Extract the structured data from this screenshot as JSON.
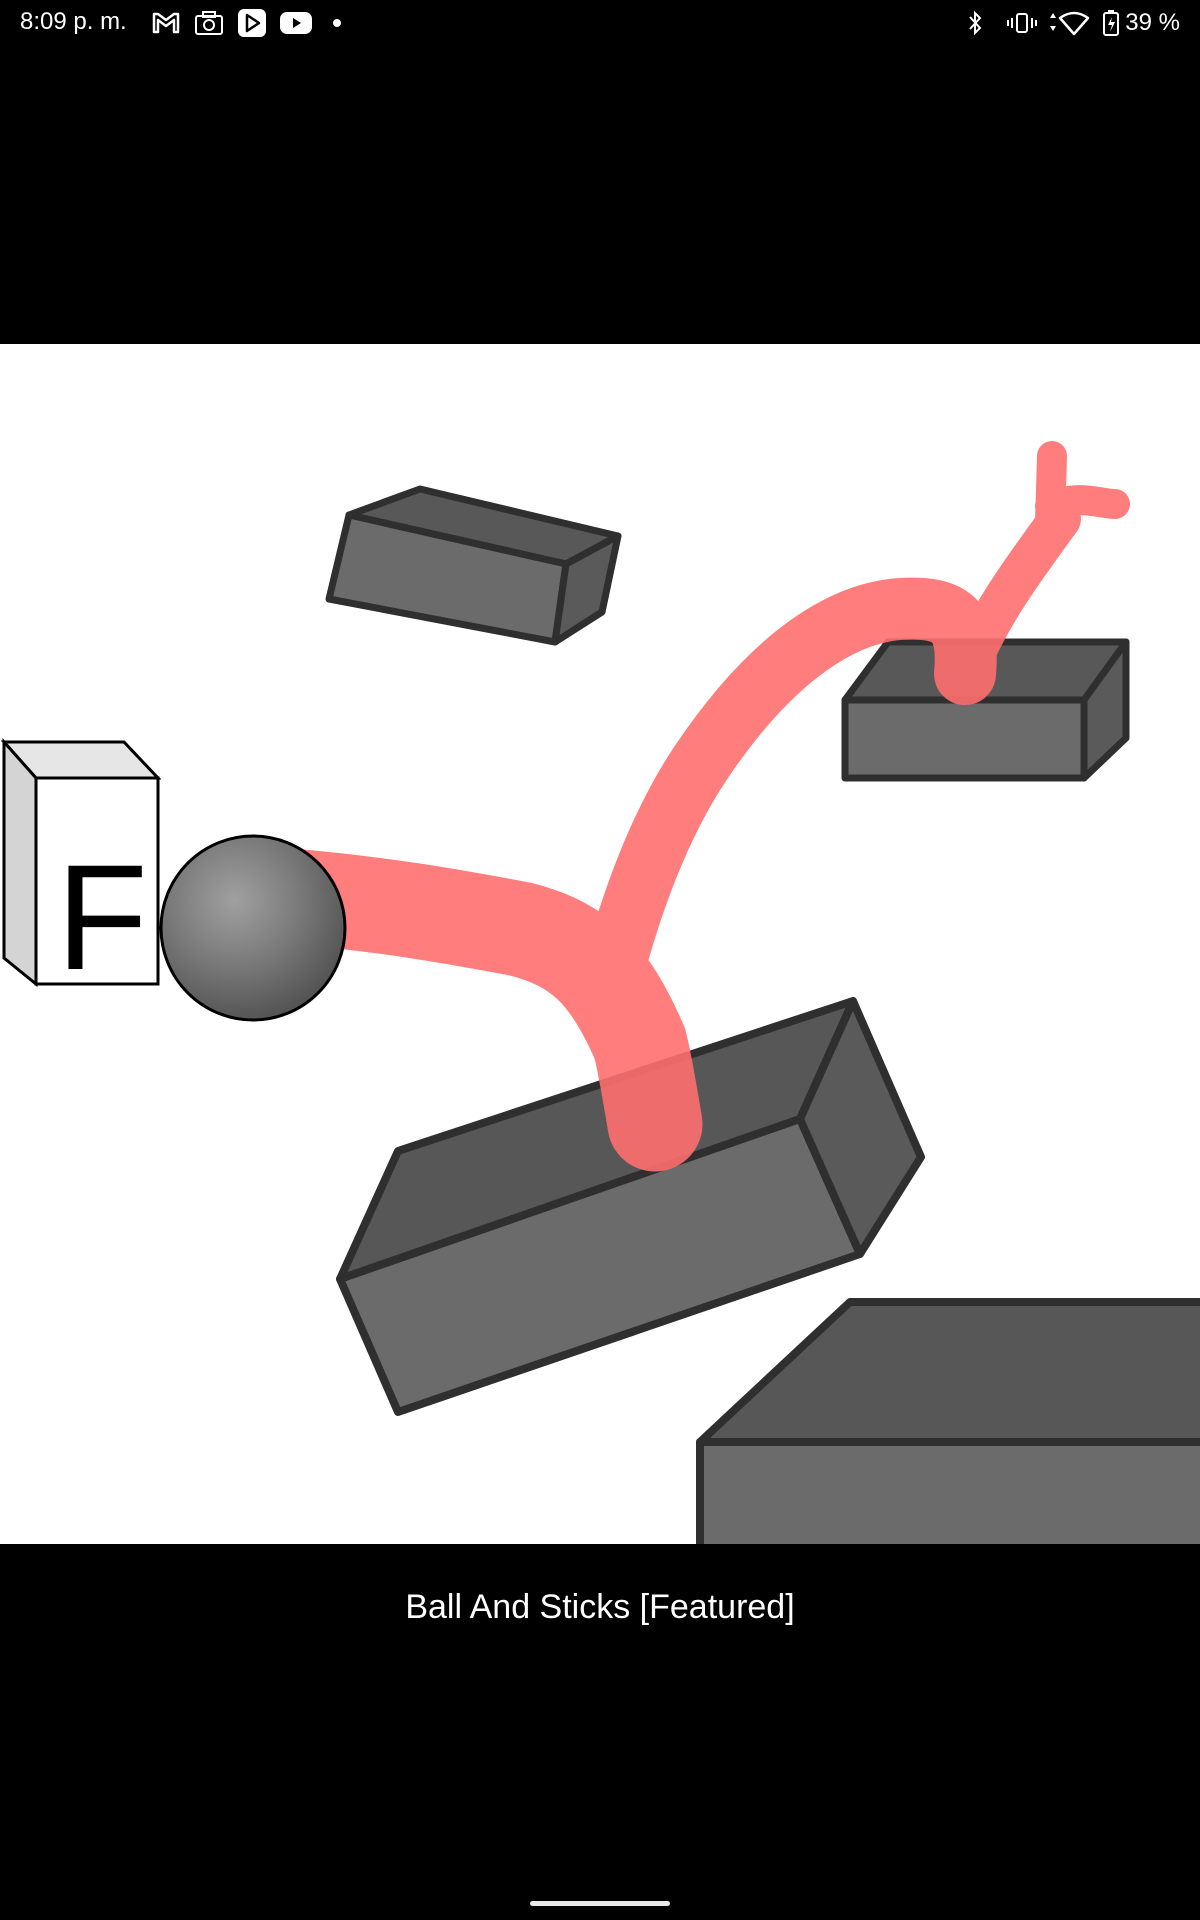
{
  "status_bar": {
    "time": "8:09 p. m.",
    "battery": "39 %",
    "icons_left": [
      "gmail-icon",
      "camera-icon",
      "play-games-icon",
      "youtube-icon",
      "notification-dot-icon"
    ],
    "icons_right": [
      "bluetooth-icon",
      "vibrate-icon",
      "wifi-icon",
      "battery-icon"
    ]
  },
  "game": {
    "title": "Ball And Sticks [Featured]",
    "cube_letter": "F",
    "colors": {
      "background": "#ffffff",
      "block_top": "#585858",
      "block_front": "#6b6b6b",
      "block_outline": "#2f2f2f",
      "trail": "#ff7b7b",
      "ball": "#7a7a7a",
      "cube_face": "#ffffff",
      "cube_side": "#dedede"
    }
  },
  "chrome": {
    "background": "#000000",
    "text_color": "#ffffff"
  }
}
